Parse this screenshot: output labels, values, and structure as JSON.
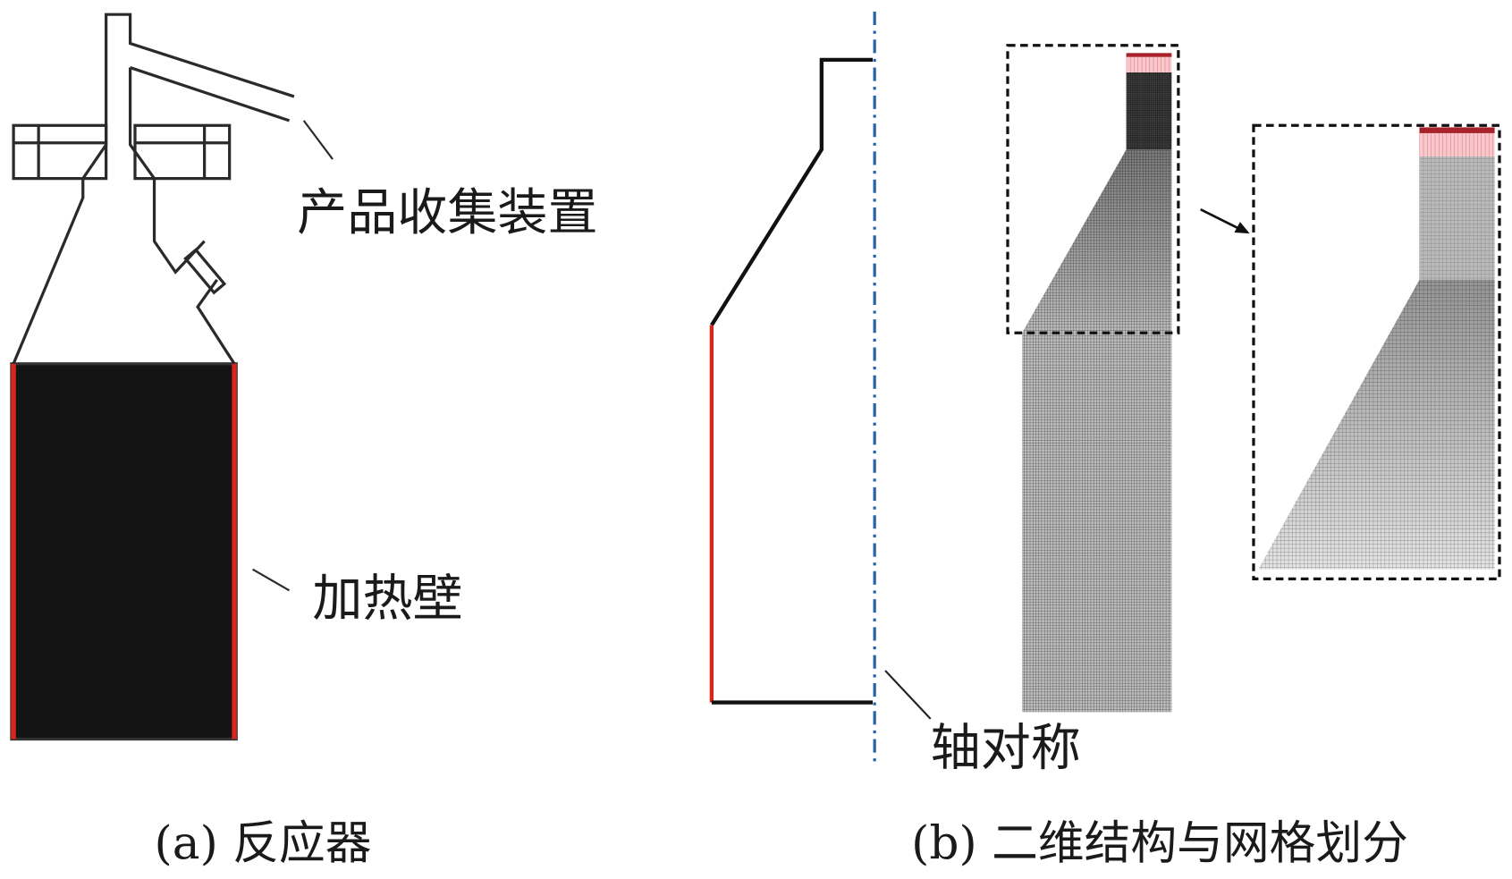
{
  "labels": {
    "product_collector": "产品收集装置",
    "heating_wall": "加热壁",
    "axisymmetric": "轴对称"
  },
  "captions": {
    "a": "(a) 反应器",
    "b": "(b) 二维结构与网格划分"
  },
  "colors": {
    "heated_wall": "#d8261c",
    "axis": "#2a63a8",
    "reactor_fill": "#141414",
    "mesh": "#555555"
  }
}
